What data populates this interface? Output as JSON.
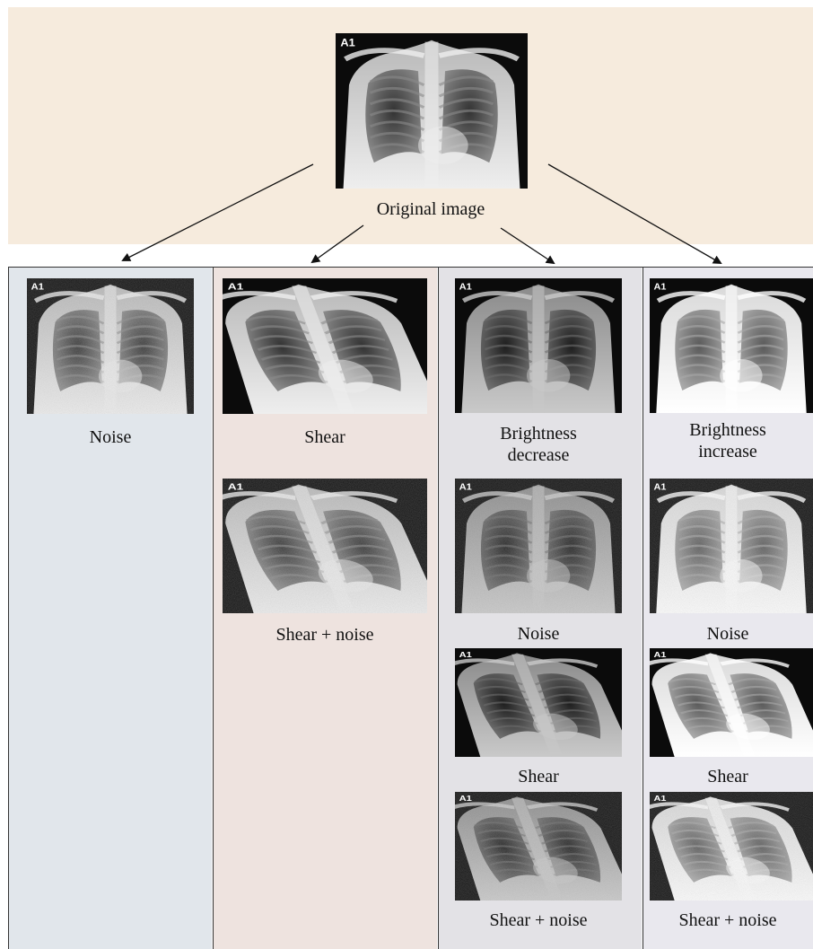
{
  "original": {
    "tag": "A1",
    "caption": "Original image"
  },
  "columns": [
    {
      "items": [
        {
          "tag": "A1",
          "caption": "Noise",
          "variant": "noise"
        }
      ]
    },
    {
      "items": [
        {
          "tag": "A1",
          "caption": "Shear",
          "variant": "shear"
        },
        {
          "tag": "A1",
          "caption": "Shear + noise",
          "variant": "shear-noise"
        }
      ]
    },
    {
      "items": [
        {
          "tag": "A1",
          "caption_line1": "Brightness",
          "caption_line2": "decrease",
          "variant": "dark"
        },
        {
          "tag": "A1",
          "caption": "Noise",
          "variant": "dark-noise"
        },
        {
          "tag": "A1",
          "caption": "Shear",
          "variant": "dark-shear"
        },
        {
          "tag": "A1",
          "caption": "Shear + noise",
          "variant": "dark-shear-noise"
        }
      ]
    },
    {
      "items": [
        {
          "tag": "A1",
          "caption_line1": "Brightness",
          "caption_line2": "increase",
          "variant": "bright"
        },
        {
          "tag": "A1",
          "caption": "Noise",
          "variant": "bright-noise"
        },
        {
          "tag": "A1",
          "caption": "Shear",
          "variant": "bright-shear"
        },
        {
          "tag": "A1",
          "caption": "Shear + noise",
          "variant": "bright-shear-noise"
        }
      ]
    }
  ]
}
